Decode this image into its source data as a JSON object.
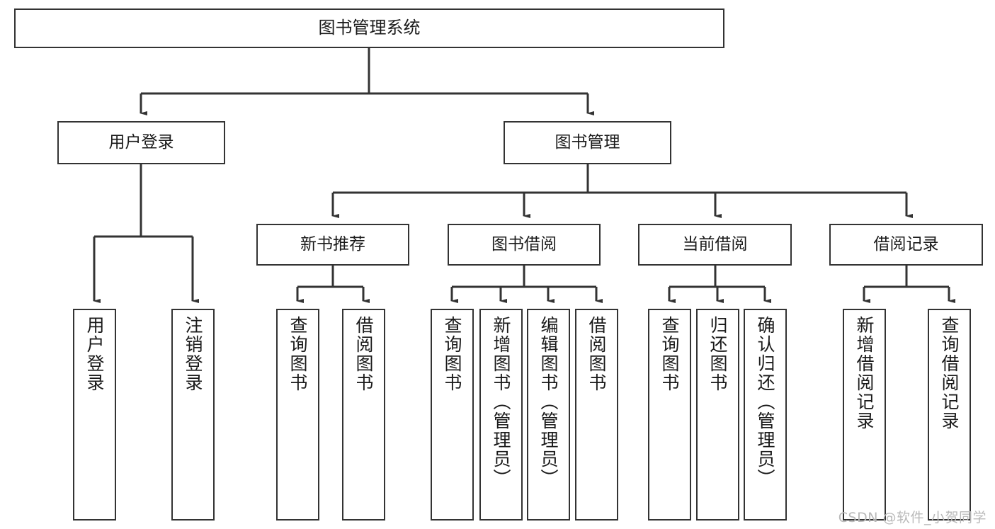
{
  "diagram": {
    "type": "tree",
    "orientation": "top-down",
    "title": "图书管理系统",
    "background_color": "#ffffff",
    "line_color": "#333333",
    "box_fill": "#ffffff",
    "box_border_color": "#333333",
    "text_color": "#1a1a1a"
  },
  "nodes": {
    "root": {
      "label": "图书管理系统",
      "level": 1
    },
    "level2": [
      {
        "id": "user-login",
        "label": "用户登录",
        "level": 2
      },
      {
        "id": "book-manage",
        "label": "图书管理",
        "level": 2
      }
    ],
    "level3": [
      {
        "id": "new-book-recommend",
        "label": "新书推荐",
        "level": 3
      },
      {
        "id": "book-borrow",
        "label": "图书借阅",
        "level": 3
      },
      {
        "id": "current-borrow",
        "label": "当前借阅",
        "level": 3
      },
      {
        "id": "borrow-record",
        "label": "借阅记录",
        "level": 3
      }
    ],
    "leaves": {
      "user-login": [
        {
          "id": "leaf-user-login",
          "label": "用户登录"
        },
        {
          "id": "leaf-logout-login",
          "label": "注销登录"
        }
      ],
      "new-book-recommend": [
        {
          "id": "leaf-query-book-1",
          "label": "查询图书"
        },
        {
          "id": "leaf-borrow-book-1",
          "label": "借阅图书"
        }
      ],
      "book-borrow": [
        {
          "id": "leaf-query-book-2",
          "label": "查询图书"
        },
        {
          "id": "leaf-add-book",
          "label": "新增图书（管理员）"
        },
        {
          "id": "leaf-edit-book",
          "label": "编辑图书（管理员）"
        },
        {
          "id": "leaf-borrow-book-2",
          "label": "借阅图书"
        }
      ],
      "current-borrow": [
        {
          "id": "leaf-query-book-3",
          "label": "查询图书"
        },
        {
          "id": "leaf-return-book",
          "label": "归还图书"
        },
        {
          "id": "leaf-confirm-return",
          "label": "确认归还（管理员）"
        }
      ],
      "borrow-record": [
        {
          "id": "leaf-add-record",
          "label": "新增借阅记录"
        },
        {
          "id": "leaf-query-record",
          "label": "查询借阅记录"
        }
      ]
    }
  },
  "watermark": {
    "text": "CSDN @软件_小贺同学"
  }
}
